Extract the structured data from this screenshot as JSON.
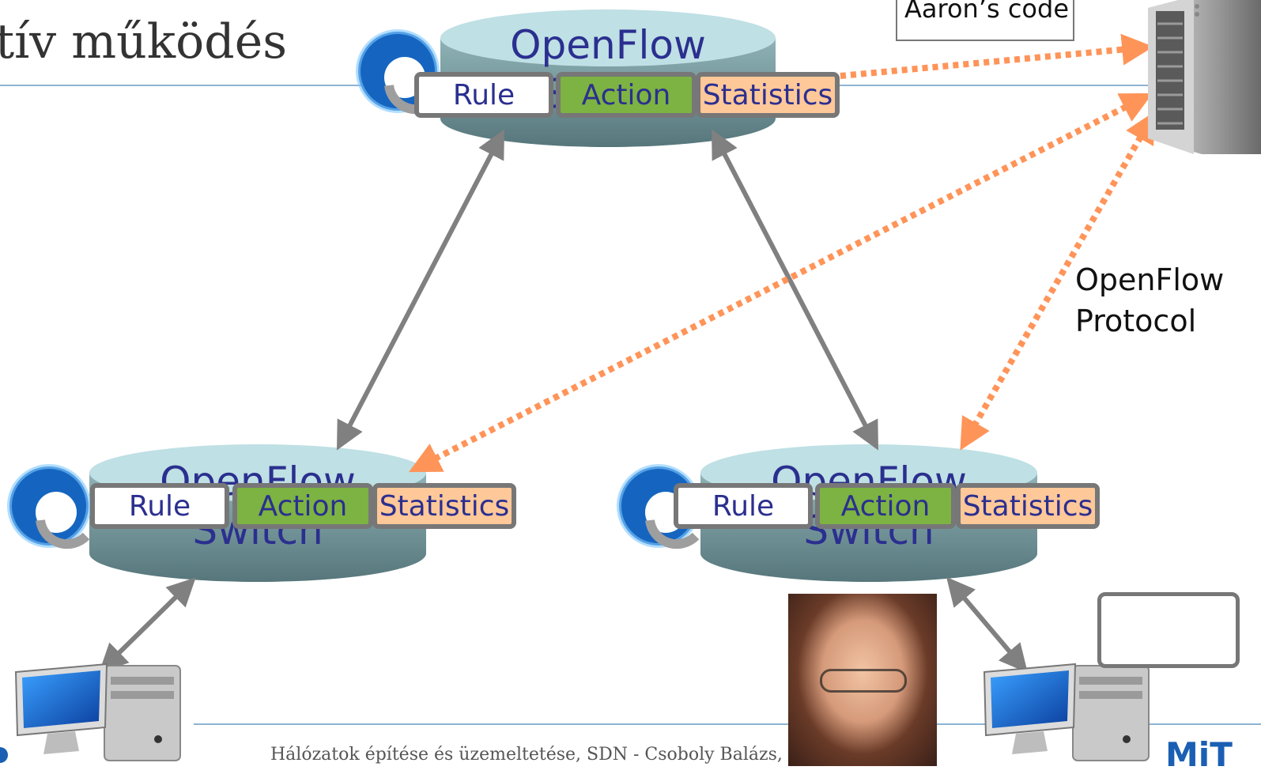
{
  "slide": {
    "title": "tív működés",
    "footer": "Hálózatok építése és üzemeltetése, SDN - Csoboly Balázs, BM"
  },
  "controller": {
    "code_label": "Aaron’s code",
    "protocol_label": "OpenFlow\nProtocol"
  },
  "switches": [
    {
      "label": "OpenFlow\nSwitch",
      "rule": "Rule",
      "action": "Action",
      "statistics": "Statistics"
    },
    {
      "label": "OpenFlow\nSwitch",
      "rule": "Rule",
      "action": "Action",
      "statistics": "Statistics"
    },
    {
      "label": "OpenFlow\nSwitch",
      "rule": "Rule",
      "action": "Action",
      "statistics": "Statistics"
    }
  ],
  "logo_text": "MiT",
  "colors": {
    "disk_top": "#bfe0e4",
    "disk_side": "#6f9499",
    "rule_bg": "#ffffff",
    "action_bg": "#7cb342",
    "stats_bg": "#ffc899",
    "field_border": "#777777",
    "text_blue": "#2b2f8f",
    "link_gray": "#808080",
    "protocol_orange": "#ff9459",
    "divider": "#8eb4d3"
  },
  "icons": [
    "openflow-logo-icon",
    "server-icon",
    "desktop-computer-icon"
  ]
}
